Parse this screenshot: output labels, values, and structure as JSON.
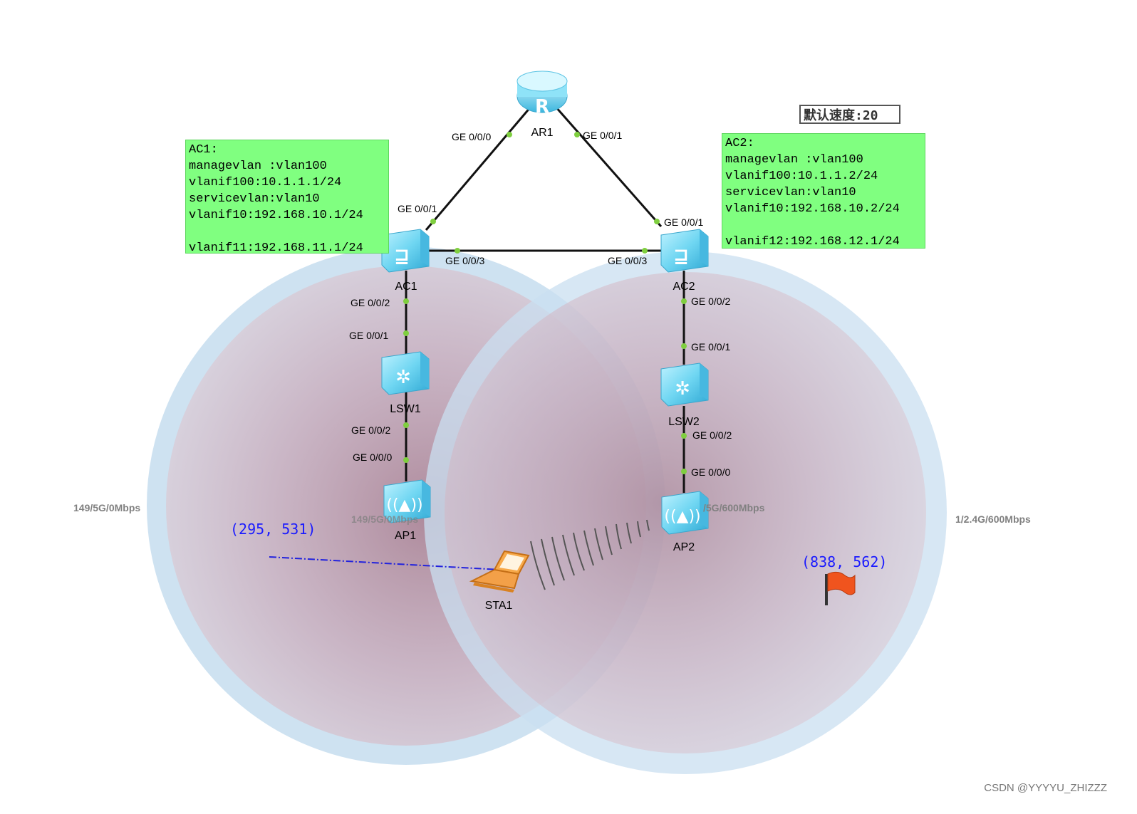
{
  "devices": {
    "ar1": "AR1",
    "ac1": "AC1",
    "ac2": "AC2",
    "lsw1": "LSW1",
    "lsw2": "LSW2",
    "ap1": "AP1",
    "ap2": "AP2",
    "sta1": "STA1"
  },
  "ports": {
    "ar1_ge000": "GE 0/0/0",
    "ar1_ge001": "GE 0/0/1",
    "ac1_ge001": "GE 0/0/1",
    "ac1_ge003": "GE 0/0/3",
    "ac1_ge002": "GE 0/0/2",
    "lsw1_ge001": "GE 0/0/1",
    "lsw1_ge002": "GE 0/0/2",
    "ap1_ge000": "GE 0/0/0",
    "ac2_ge001": "GE 0/0/1",
    "ac2_ge003": "GE 0/0/3",
    "ac2_ge002": "GE 0/0/2",
    "lsw2_ge001": "GE 0/0/1",
    "lsw2_ge002": "GE 0/0/2",
    "ap2_ge000": "GE 0/0/0"
  },
  "notes": {
    "ac1": "AC1:\nmanagevlan :vlan100\nvlanif100:10.1.1.1/24\nservicevlan:vlan10\nvlanif10:192.168.10.1/24\n\nvlanif11:192.168.11.1/24",
    "ac2": "AC2:\nmanagevlan :vlan100\nvlanif100:10.1.1.2/24\nservicevlan:vlan10\nvlanif10:192.168.10.2/24\n\nvlanif12:192.168.12.1/24"
  },
  "speed_label": "默认速度:20",
  "radio_labels": {
    "ap1_left": "149/5G/0Mbps",
    "ap1_under": "149/5G/0Mbps",
    "ap2_under": "/5G/600Mbps",
    "ap2_right": "1/2.4G/600Mbps"
  },
  "coordinates": {
    "sta_origin": "(295, 531)",
    "flag_target": "(838, 562)"
  },
  "watermark": "CSDN @YYYYU_ZHIZZZ",
  "colors": {
    "note_bg": "#80ff80",
    "coverage_ring": "#c7dcef",
    "coverage_fill": "#c8a0b0",
    "link": "#111111",
    "port_dot": "#7fcf3f",
    "coord_text": "#1a1aff"
  }
}
